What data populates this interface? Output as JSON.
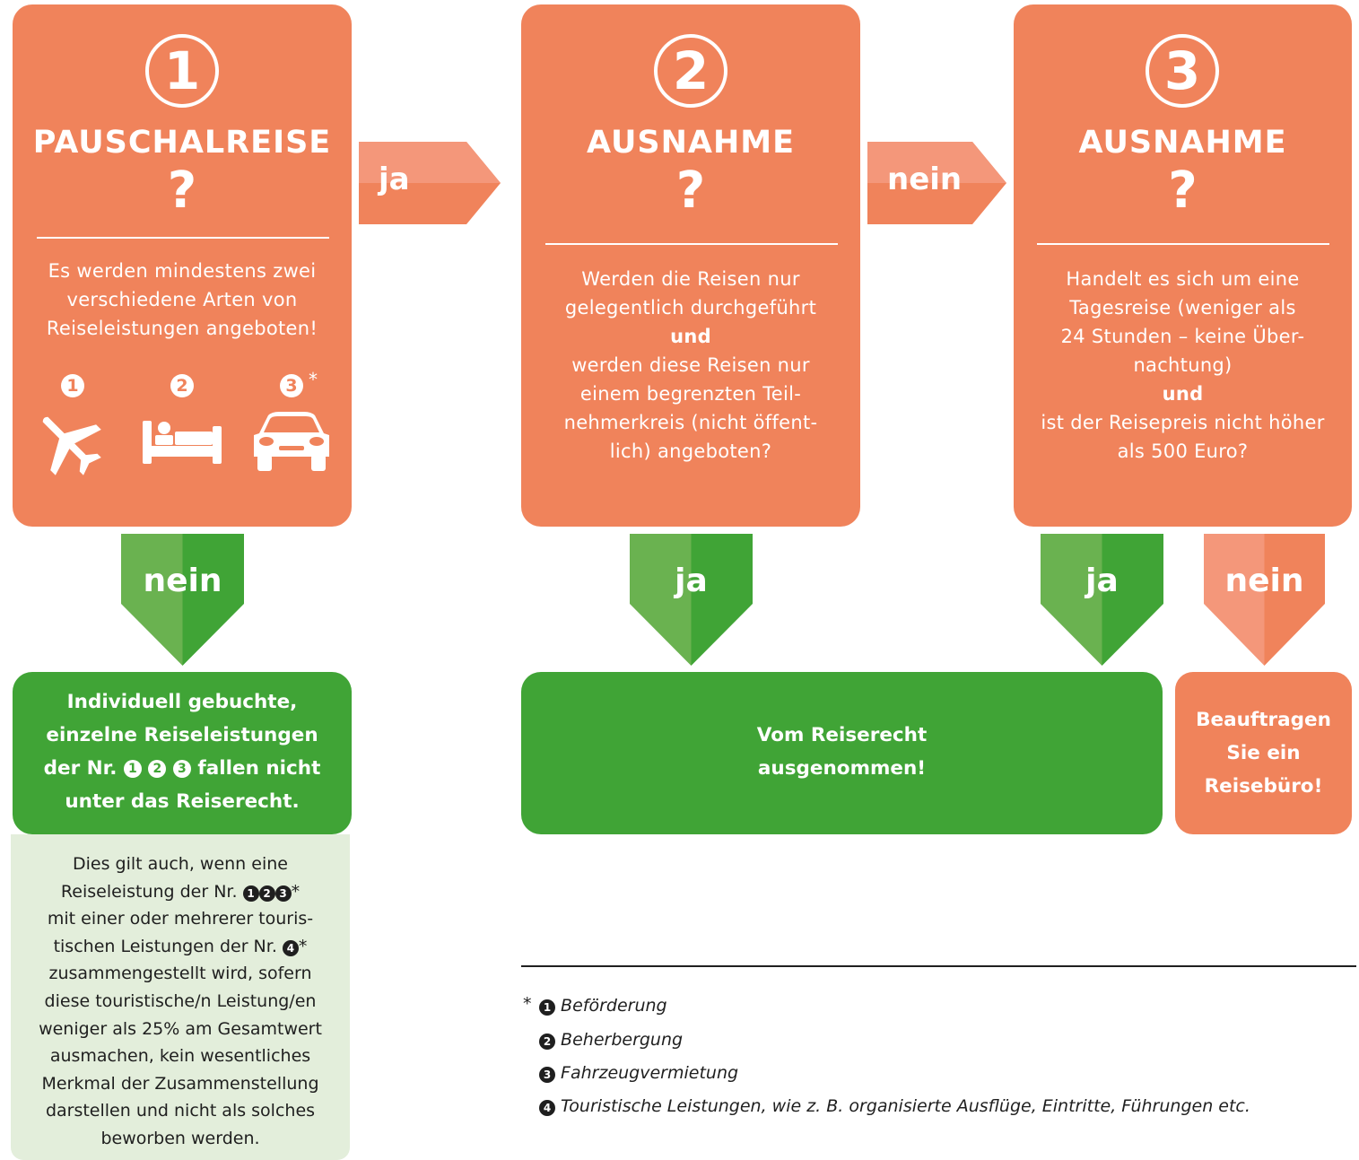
{
  "colors": {
    "orange": "#f0835b",
    "orange_light": "#f4977a",
    "green": "#40a436",
    "green_light": "#6ab250",
    "note_bg": "#e3eedb"
  },
  "card1": {
    "number": "1",
    "title": "PAUSCHALREISE",
    "question": "?",
    "text": [
      "Es werden mindestens zwei",
      "verschiedene Arten von",
      "Reiseleistungen angeboten!"
    ],
    "icons": [
      {
        "number": "1",
        "icon": "airplane-icon"
      },
      {
        "number": "2",
        "icon": "bed-icon"
      },
      {
        "number": "3",
        "icon": "car-icon",
        "marker": "*"
      }
    ]
  },
  "card2": {
    "number": "2",
    "title": "AUSNAHME",
    "question": "?",
    "text_a": [
      "Werden die Reisen nur",
      "gelegentlich durchgeführt"
    ],
    "and": "und",
    "text_b": [
      "werden diese Reisen nur",
      "einem begrenzten Teil-",
      "nehmerkreis (nicht öffent-",
      "lich) angeboten?"
    ]
  },
  "card3": {
    "number": "3",
    "title": "AUSNAHME",
    "question": "?",
    "text_a": [
      "Handelt es sich um eine",
      "Tagesreise (weniger als",
      "24 Stunden – keine Über-",
      "nachtung)"
    ],
    "and": "und",
    "text_b": [
      "ist der Reisepreis nicht höher",
      "als 500 Euro?"
    ]
  },
  "arrows": {
    "right1": "ja",
    "right2": "nein",
    "down1": "nein",
    "down2": "ja",
    "down3": "ja",
    "down4": "nein"
  },
  "result1": {
    "line1": "Individuell gebuchte,",
    "line2": "einzelne Reiseleistungen",
    "line3_pre": "der Nr.",
    "line3_nums": [
      "1",
      "2",
      "3"
    ],
    "line3_post": "fallen nicht",
    "line4": "unter das Reiserecht."
  },
  "note": {
    "line1": "Dies gilt auch, wenn eine",
    "line2_pre": "Reiseleistung der Nr.",
    "line2_nums": [
      "1",
      "2",
      "3"
    ],
    "line2_post": "*",
    "line3": "mit einer oder mehrerer touris-",
    "line4_pre": "tischen Leistungen der Nr.",
    "line4_num": "4",
    "line4_post": "*",
    "rest": [
      "zusammengestellt wird, sofern",
      "diese touristische/n Leistung/en",
      "weniger als 25% am Gesamtwert",
      "ausmachen, kein wesentliches",
      "Merkmal der Zusammenstellung",
      "darstellen und nicht als solches",
      "beworben werden."
    ]
  },
  "result2": {
    "line1": "Vom Reiserecht",
    "line2": "ausgenommen!"
  },
  "result3": {
    "line1": "Beauftragen",
    "line2": "Sie ein",
    "line3": "Reisebüro!"
  },
  "footnotes": {
    "star": "*",
    "items": [
      {
        "num": "1",
        "text": "Beförderung"
      },
      {
        "num": "2",
        "text": "Beherbergung"
      },
      {
        "num": "3",
        "text": "Fahrzeugvermietung"
      },
      {
        "num": "4",
        "text": "Touristische Leistungen, wie z. B. organisierte Ausflüge, Eintritte, Führungen etc."
      }
    ]
  }
}
